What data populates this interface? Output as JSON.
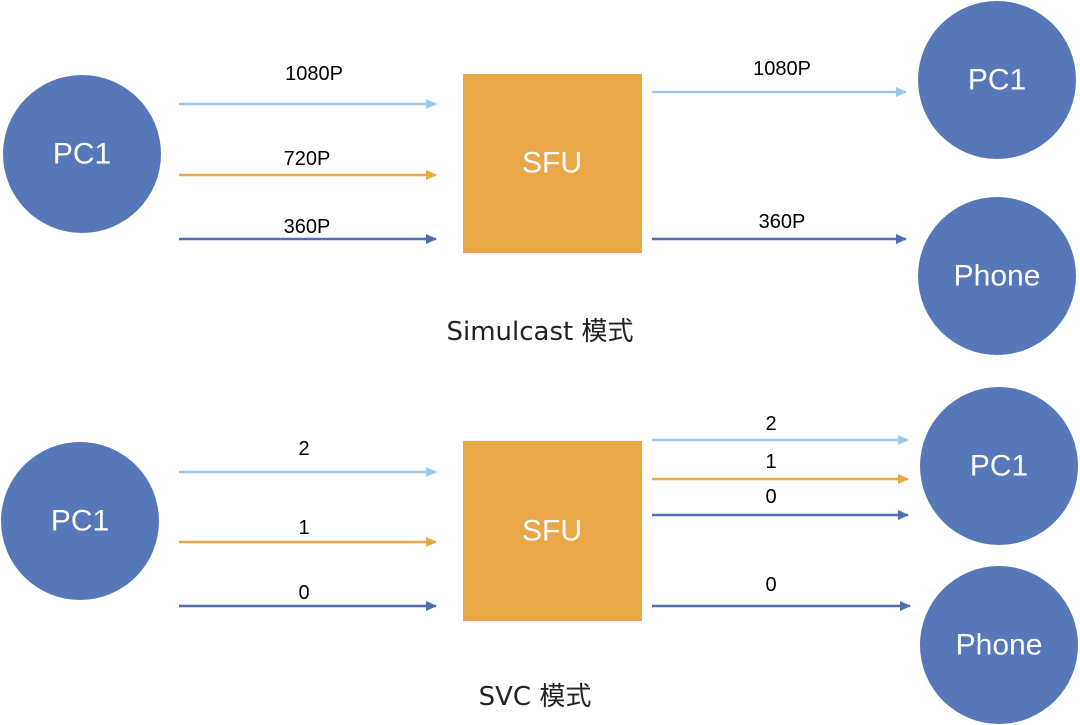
{
  "colors": {
    "node": "#5677B8",
    "sfu": "#E8A847",
    "stream_high": "#9CC8EC",
    "stream_mid": "#E8A847",
    "stream_low": "#4F6FB2"
  },
  "simulcast": {
    "sender": "PC1",
    "sfu": "SFU",
    "receivers": [
      "PC1",
      "Phone"
    ],
    "uplinks": [
      "1080P",
      "720P",
      "360P"
    ],
    "downlinks": [
      "1080P",
      "360P"
    ],
    "caption": "Simulcast 模式"
  },
  "svc": {
    "sender": "PC1",
    "sfu": "SFU",
    "receivers": [
      "PC1",
      "Phone"
    ],
    "uplinks": [
      "2",
      "1",
      "0"
    ],
    "downlinks_pc": [
      "2",
      "1",
      "0"
    ],
    "downlink_phone": "0",
    "caption": "SVC 模式"
  }
}
